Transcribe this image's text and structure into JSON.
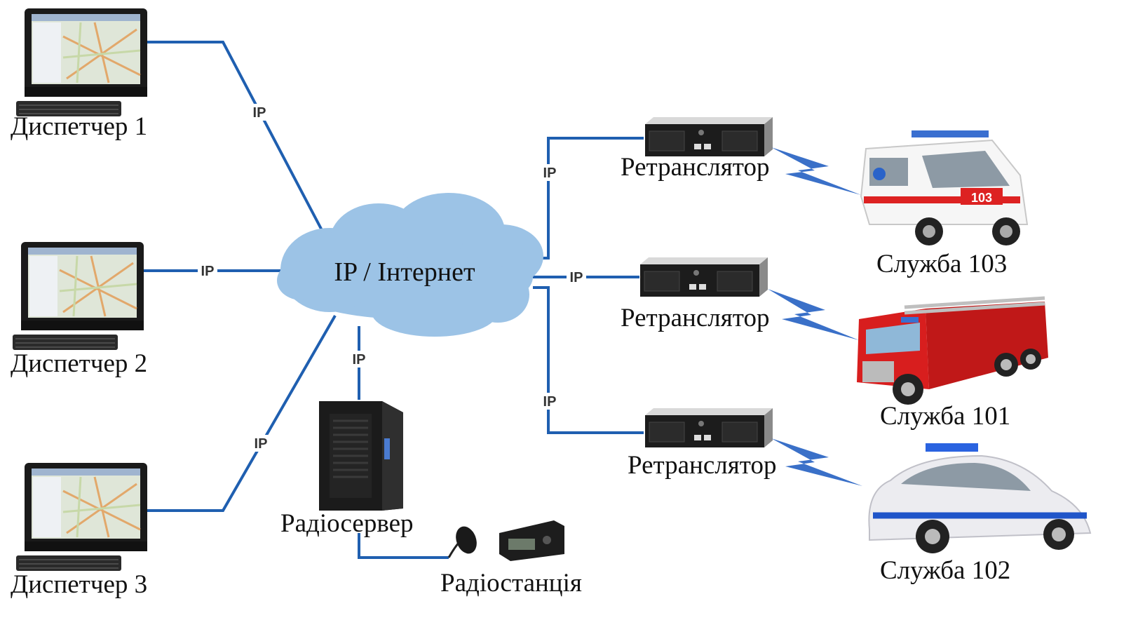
{
  "cloud": {
    "label": "IP / Інтернет"
  },
  "link_label": "IP",
  "dispatchers": [
    {
      "label": "Диспетчер 1"
    },
    {
      "label": "Диспетчер 2"
    },
    {
      "label": "Диспетчер 3"
    }
  ],
  "server": {
    "label": "Радіосервер"
  },
  "radio": {
    "label": "Радіостанція"
  },
  "repeaters": [
    {
      "label": "Ретранслятор"
    },
    {
      "label": "Ретранслятор"
    },
    {
      "label": "Ретранслятор"
    }
  ],
  "services": [
    {
      "label": "Служба 103",
      "badge": "103",
      "icon": "ambulance-icon"
    },
    {
      "label": "Служба 101",
      "icon": "fire-truck-icon"
    },
    {
      "label": "Служба 102",
      "icon": "police-car-icon"
    }
  ],
  "colors": {
    "link": "#1f5fb0",
    "cloud": "#9cc3e6",
    "bolt": "#3a70c8"
  }
}
